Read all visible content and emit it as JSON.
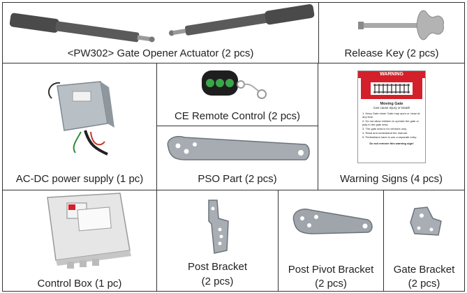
{
  "items": [
    {
      "label": "<PW302> Gate Opener Actuator (2 pcs)"
    },
    {
      "label": "Release Key (2 pcs)"
    },
    {
      "label": "AC-DC power supply (1 pc)"
    },
    {
      "label": "CE Remote Control (2 pcs)"
    },
    {
      "label": "PSO Part  (2 pcs)"
    },
    {
      "label": "Warning Signs (4 pcs)"
    },
    {
      "label": "Control Box (1 pc)"
    },
    {
      "label_line1": "Post Bracket",
      "label_line2": "(2 pcs)"
    },
    {
      "label_line1": "Post Pivot Bracket",
      "label_line2": "(2 pcs)"
    },
    {
      "label_line1": "Gate Bracket",
      "label_line2": "(2 pcs)"
    }
  ],
  "warning_sign": {
    "header": "WARNING",
    "subtitle": "Moving Gate",
    "subtitle2": "Can cause Injury or Death",
    "lines": [
      "1. Keep Gate clear! Gate may open or close at any time.",
      "2. Do not allow children to operate the gate or play in the gate area.",
      "3. The gate area is for vehicles only.",
      "4. Read and understand the manual.",
      "5. Pedestrians have to use a separate entry."
    ],
    "footer": "Do not remove this warning sign!"
  },
  "colors": {
    "border": "#333333",
    "warning_red": "#d4202a",
    "remote_green": "#3aa64a"
  }
}
